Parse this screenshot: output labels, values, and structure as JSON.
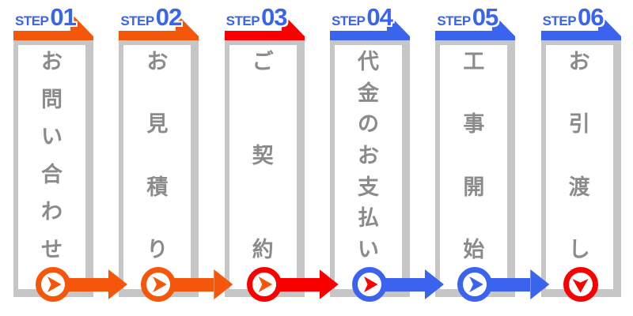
{
  "palette": {
    "background": "#ffffff",
    "card_border": "#c6c6c6",
    "title_text": "#8b8b8b",
    "step_label": "#3a63ee"
  },
  "steps": [
    {
      "label": "STEP",
      "number": "01",
      "title": "お問い合わせ",
      "ribbon_color": "#f4570a",
      "circle_color": "#f4570a",
      "pointer_color": "#f4570a",
      "pointer_direction": "right",
      "arrow_color": "#f4570a"
    },
    {
      "label": "STEP",
      "number": "02",
      "title": "お見積り",
      "ribbon_color": "#f4570a",
      "circle_color": "#f4570a",
      "pointer_color": "#f4570a",
      "pointer_direction": "right",
      "arrow_color": "#f4570a"
    },
    {
      "label": "STEP",
      "number": "03",
      "title": "ご契約",
      "ribbon_color": "#fa0000",
      "circle_color": "#fa0000",
      "pointer_color": "#f4570a",
      "pointer_direction": "right",
      "arrow_color": "#fa0000"
    },
    {
      "label": "STEP",
      "number": "04",
      "title": "代金のお支払い",
      "ribbon_color": "#3a63ee",
      "circle_color": "#3a63ee",
      "pointer_color": "#fa0000",
      "pointer_direction": "right",
      "arrow_color": "#3a63ee"
    },
    {
      "label": "STEP",
      "number": "05",
      "title": "工事開始",
      "ribbon_color": "#3a63ee",
      "circle_color": "#3a63ee",
      "pointer_color": "#3a63ee",
      "pointer_direction": "right",
      "arrow_color": "#3a63ee"
    },
    {
      "label": "STEP",
      "number": "06",
      "title": "お引渡し",
      "ribbon_color": "#3a63ee",
      "circle_color": "#fa0000",
      "pointer_color": "#fa0000",
      "pointer_direction": "down",
      "arrow_color": null
    }
  ]
}
